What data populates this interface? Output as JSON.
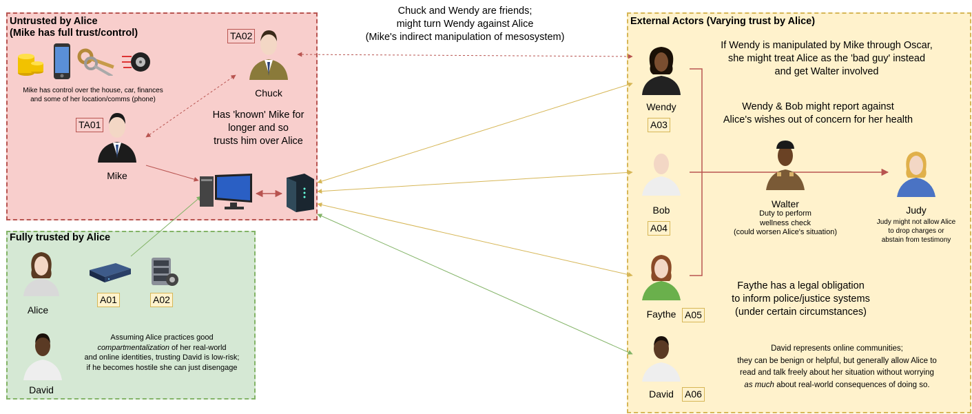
{
  "zones": {
    "untrusted": {
      "title_line1": "Untrusted by Alice",
      "title_line2": "(Mike has full trust/control)"
    },
    "trusted": {
      "title": "Fully trusted by Alice"
    },
    "external": {
      "title": "External Actors (Varying trust by Alice)"
    }
  },
  "notes": {
    "friends": [
      "Chuck and Wendy are friends;",
      "might turn Wendy against Alice",
      "(Mike's indirect manipulation of mesosystem)"
    ],
    "mike_control": [
      "Mike has control over the house, car, finances",
      "and some of her location/comms (phone)"
    ],
    "chuck_trust": [
      "Has 'known' Mike for",
      "longer and so",
      "trusts him over Alice"
    ],
    "compartmental": {
      "line1": "Assuming Alice practices good",
      "line2_em": "compartmentalization",
      "line2_rest": " of her real-world",
      "line3": "and online identities, trusting David is low-risk;",
      "line4": "if he becomes hostile she can just disengage"
    },
    "wendy_manip": [
      "If Wendy is manipulated by Mike through Oscar,",
      "she might treat Alice as the 'bad guy' instead",
      "and get Walter involved"
    ],
    "wendy_bob": [
      "Wendy & Bob might report against",
      "Alice's wishes out of concern for her health"
    ],
    "walter_duty": [
      "Duty to perform",
      "wellness check",
      "(could worsen Alice's situation)"
    ],
    "judy_note": [
      "Judy might not allow Alice",
      "to drop charges or",
      "abstain from testimony"
    ],
    "faythe_note": [
      "Faythe has a legal obligation",
      "to inform police/justice systems",
      "(under certain circumstances)"
    ],
    "david_note": {
      "line1": "David represents online communities;",
      "line2": "they can be benign or helpful, but generally allow Alice to",
      "line3": "read and talk freely about her situation without worrying",
      "line4_em": "as much",
      "line4_rest": " about real-world consequences of doing so."
    }
  },
  "people": {
    "chuck": "Chuck",
    "mike": "Mike",
    "alice": "Alice",
    "david": "David",
    "wendy": "Wendy",
    "bob": "Bob",
    "faythe": "Faythe",
    "david_ext": "David",
    "walter": "Walter",
    "judy": "Judy"
  },
  "tags": {
    "ta01": "TA01",
    "ta02": "TA02",
    "a01": "A01",
    "a02": "A02",
    "a03": "A03",
    "a04": "A04",
    "a05": "A05",
    "a06": "A06"
  },
  "colors": {
    "red_fill": "#f8cecc",
    "red_stroke": "#b85450",
    "green_fill": "#d5e8d4",
    "green_stroke": "#82b366",
    "yellow_fill": "#fff2cc",
    "yellow_stroke": "#d6b656",
    "arrow_yellow": "#d6b656",
    "arrow_green": "#82b366",
    "arrow_red": "#b85450"
  },
  "icons": [
    "gold-coins-icon",
    "smartphone-icon",
    "keys-icon",
    "car-wheel-icon",
    "desktop-computer-icon",
    "modem-icon",
    "network-switch-icon",
    "hard-drive-icon"
  ]
}
